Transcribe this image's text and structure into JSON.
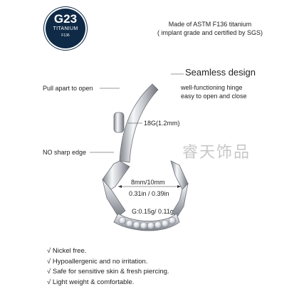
{
  "badge": {
    "code": "G23",
    "material": "TITANIUM",
    "standard": "F136"
  },
  "material_info": {
    "line1": "Made of ASTM F136 titanium",
    "line2": "( implant grade and certified by SGS)"
  },
  "seamless": {
    "title": "Seamless design",
    "line1": "well-functioning hinge",
    "line2": "easy to open and close"
  },
  "annotations": {
    "pull_apart": "Pull apart to open",
    "no_sharp_edge": "NO sharp edge",
    "gauge": "18G(1.2mm)",
    "diameter_mm": "8mm/10mm",
    "diameter_in": "0.31in / 0.39in",
    "weight": "G:0.15g/ 0.11g"
  },
  "watermark": "睿天饰品",
  "features": [
    "√ Nickel free.",
    "√ Hypoallergenic and no irritation.",
    "√ Safe for sensitive skin & fresh piercing.",
    "√ Light weight & comfortable."
  ],
  "colors": {
    "badge_bg": "#0f2a47",
    "metal_light": "#f4f5f7",
    "metal_dark": "#8b8f96",
    "text": "#222222"
  }
}
